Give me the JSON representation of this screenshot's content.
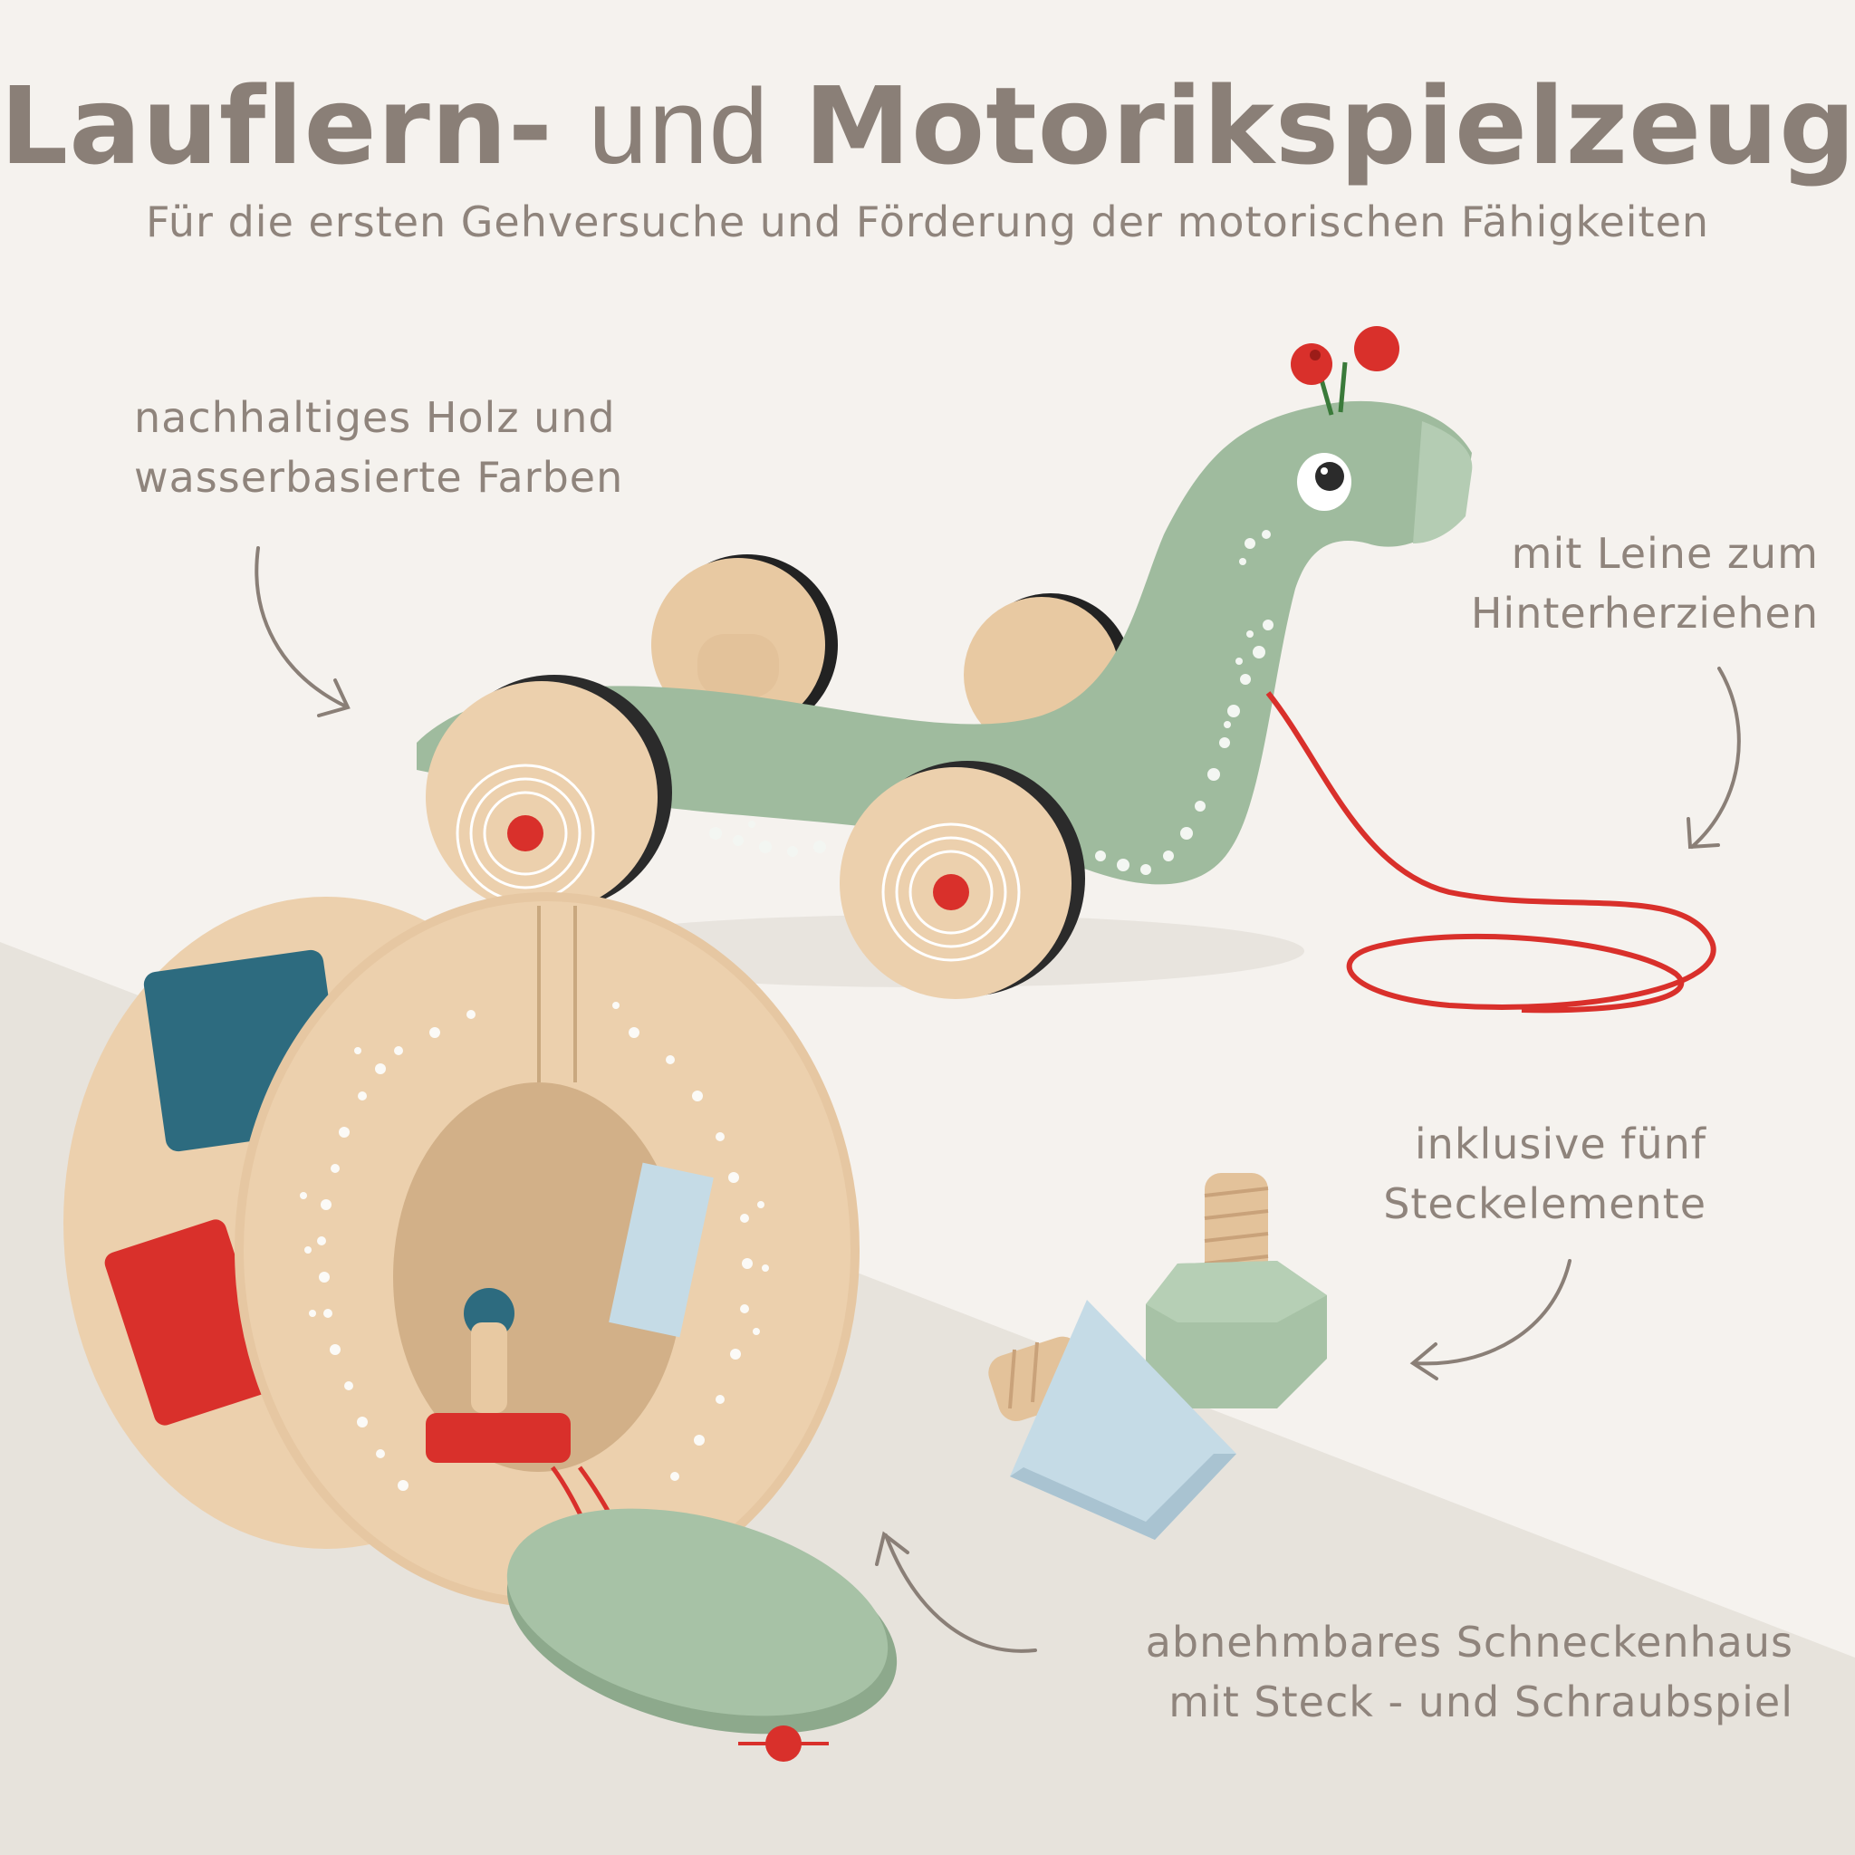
{
  "title": {
    "part1": "Lauflern-",
    "part2": "und",
    "part3": "Motorikspielzeug"
  },
  "subtitle": "Für die ersten Gehversuche und Förderung der motorischen Fähigkeiten",
  "callouts": {
    "wood": {
      "line1": "nachhaltiges Holz und",
      "line2": "wasserbasierte Farben"
    },
    "leash": {
      "line1": "mit Leine zum",
      "line2": "Hinterherziehen"
    },
    "pieces": {
      "line1": "inklusive fünf",
      "line2": "Steckelemente"
    },
    "shell": {
      "line1": "abnehmbares Schneckenhaus",
      "line2": "mit Steck - und Schraubspiel"
    }
  },
  "colors": {
    "background": "#f5f2ee",
    "text": "#8a7f77",
    "sage": "#9fbb9e",
    "wood": "#e6c7a2",
    "red": "#d9302b",
    "teal": "#2d6b7f",
    "lightblue": "#c5dbe6"
  }
}
